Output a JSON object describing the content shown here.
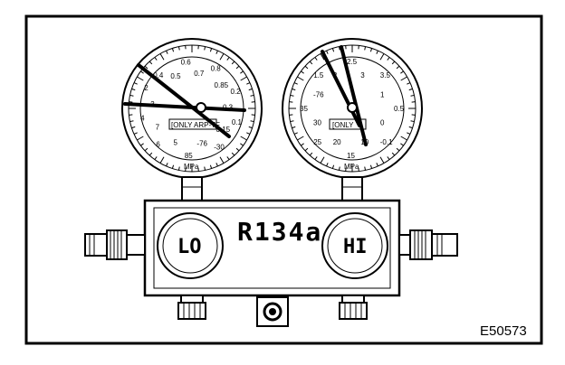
{
  "manifold": {
    "label": "R134a",
    "low_knob_label": "LO",
    "high_knob_label": "HI"
  },
  "low_gauge": {
    "unit": "MPa",
    "badge": "[ONLY ARP-TF",
    "scale_labels": [
      "0.4",
      "0.5",
      "0.6",
      "0.7",
      "0.8",
      "0.85",
      "0.2",
      "0.3",
      "0.1",
      "0.15",
      "-30",
      "-76",
      "85",
      "5",
      "6",
      "7",
      "4",
      "3",
      "2"
    ]
  },
  "high_gauge": {
    "unit": "MPa",
    "badge": "[ONLY",
    "scale_labels": [
      "1.5",
      "2",
      "2.5",
      "3",
      "3.5",
      "1",
      "0.5",
      "0",
      "-0.1",
      "10",
      "15",
      "20",
      "25",
      "30",
      "35",
      "-76"
    ]
  },
  "reference": "E50573"
}
